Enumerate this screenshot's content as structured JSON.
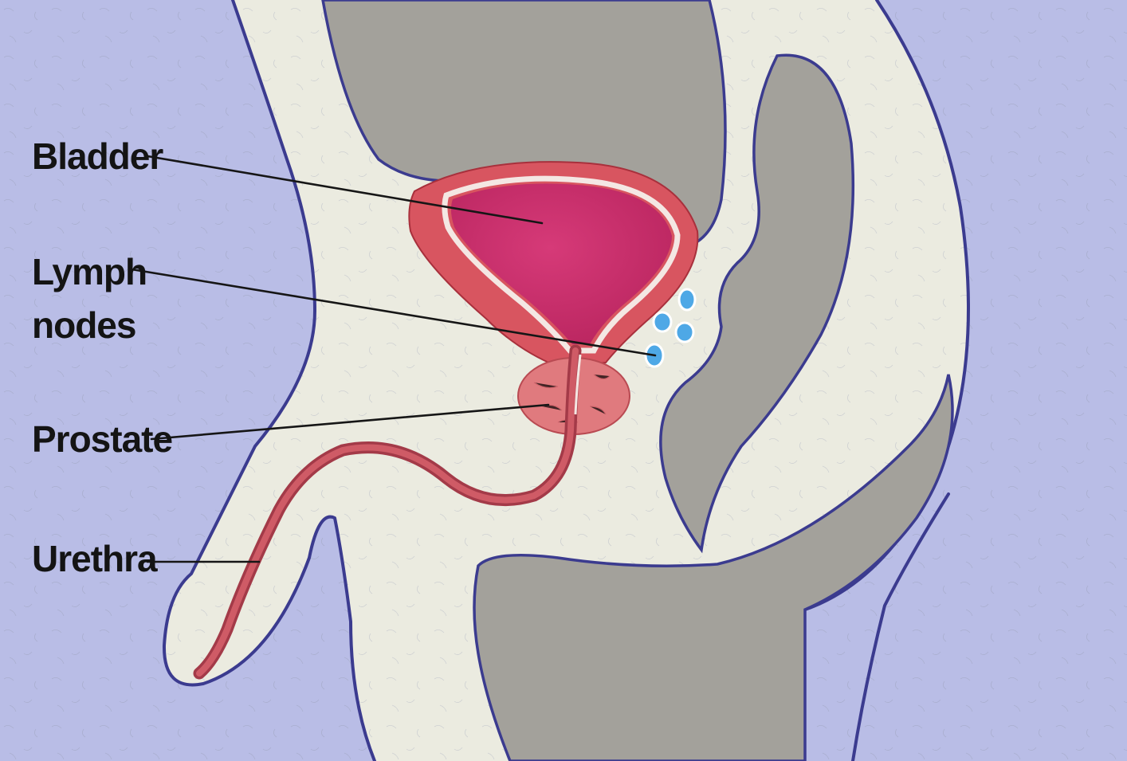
{
  "labels": {
    "bladder": "Bladder",
    "lymph_line1": "Lymph",
    "lymph_line2": "nodes",
    "prostate": "Prostate",
    "urethra": "Urethra"
  },
  "colors": {
    "background_blue": "#b9bde6",
    "body_cream": "#ebebe0",
    "organ_gray": "#a09e98",
    "bladder_wall": "#d85560",
    "bladder_inner": "#c42c66",
    "prostate": "#e07a7e",
    "lymph_node": "#4ea8e6",
    "outline": "#3b3b8f"
  }
}
